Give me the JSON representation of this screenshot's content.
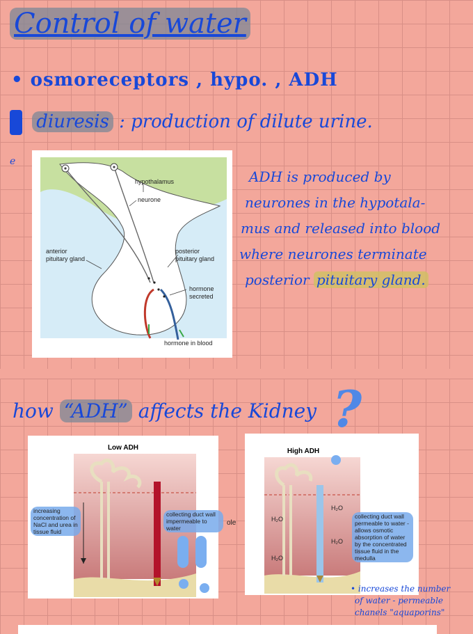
{
  "title": "Control of water",
  "bullet1": "• osmoreceptors , hypo. , ADH",
  "diuresis": {
    "term": "diuresis",
    "definition": ": production of dilute urine."
  },
  "adh_note": {
    "line1": "ADH is produced by",
    "line2": "neurones in the hypotala-",
    "line3": "mus and released into blood",
    "line4": "where neurones terminate",
    "line5_pre": "posterior",
    "line5_hl": "pituitary gland."
  },
  "pituitary_diagram": {
    "hypothalamus": "hypothalamus",
    "neurone": "neurone",
    "anterior": "anterior\npituitary gland",
    "posterior": "posterior\npituitary gland",
    "hormone_secreted": "hormone\nsecreted",
    "hormone_in_blood": "hormone in blood"
  },
  "section2": {
    "heading_pre": "how",
    "heading_hl": "“ADH”",
    "heading_post": "affects the Kidney",
    "question_mark": "?"
  },
  "low_adh": {
    "title": "Low ADH",
    "increasing": "increasing concentration of NaCl and urea in tissue fluid",
    "collecting_duct": "collecting duct wall impermeable to water"
  },
  "stray_text": "ole",
  "high_adh": {
    "title": "High ADH",
    "h2o": "H₂O",
    "collecting_duct": "collecting duct wall permeable to water - allows osmotic absorption of water by the concentrated tissue fluid in the medulla"
  },
  "aquaporins_note": {
    "line1": "• increases the number",
    "line2": "of water - permeable",
    "line3": "chanels \"aquaporins\""
  },
  "colors": {
    "background": "#f3a79b",
    "grid": "#d88f86",
    "ink": "#1848d8",
    "highlight_blue": "#78aaeb",
    "highlight_grey": "#7d8796",
    "highlight_yellow": "#cdc35f"
  }
}
